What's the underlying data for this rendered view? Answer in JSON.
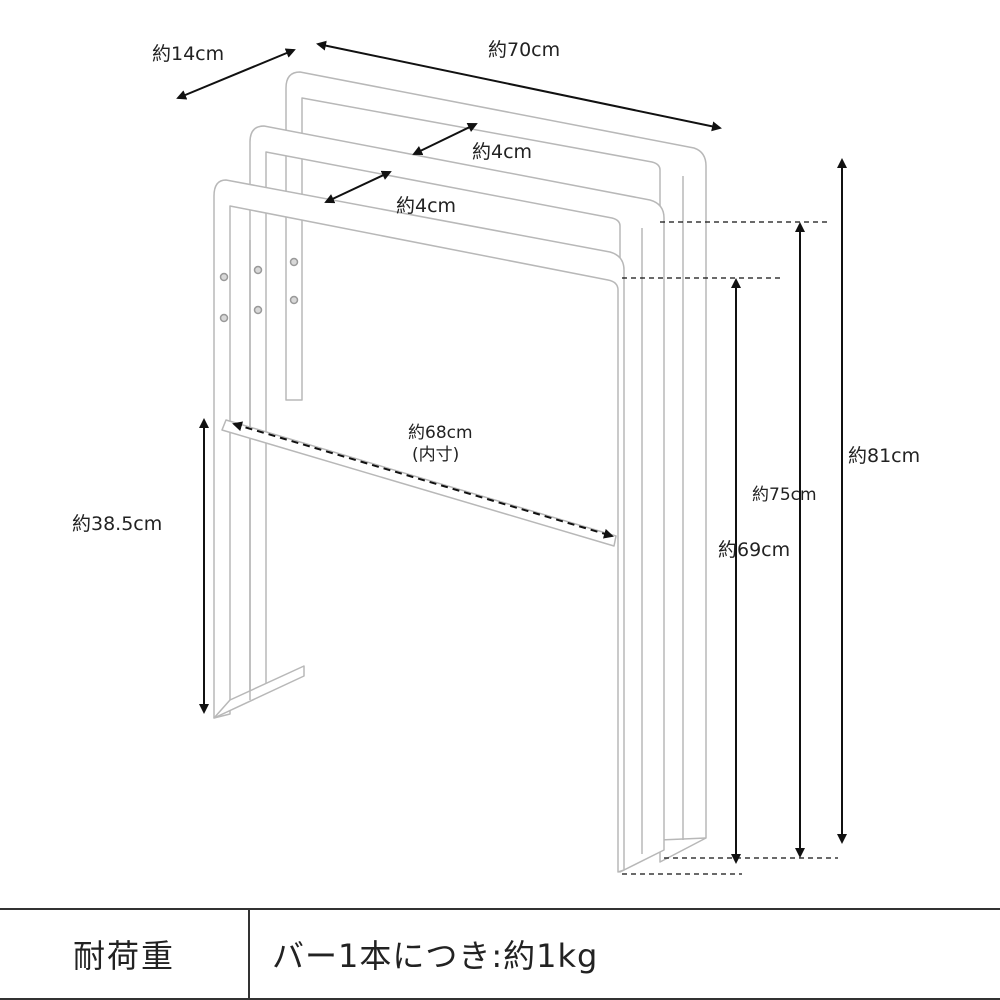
{
  "dimensions": {
    "depth": "約14cm",
    "width": "約70cm",
    "gap_top": "約4cm",
    "gap_middle": "約4cm",
    "inner_width": "約68cm",
    "inner_width_note": "(内寸)",
    "bottom_bar_height": "約38.5cm",
    "height_back": "約81cm",
    "height_middle": "約75cm",
    "height_front": "約69cm"
  },
  "spec_table": {
    "label": "耐荷重",
    "value": "バー1本につき:約1kg"
  }
}
